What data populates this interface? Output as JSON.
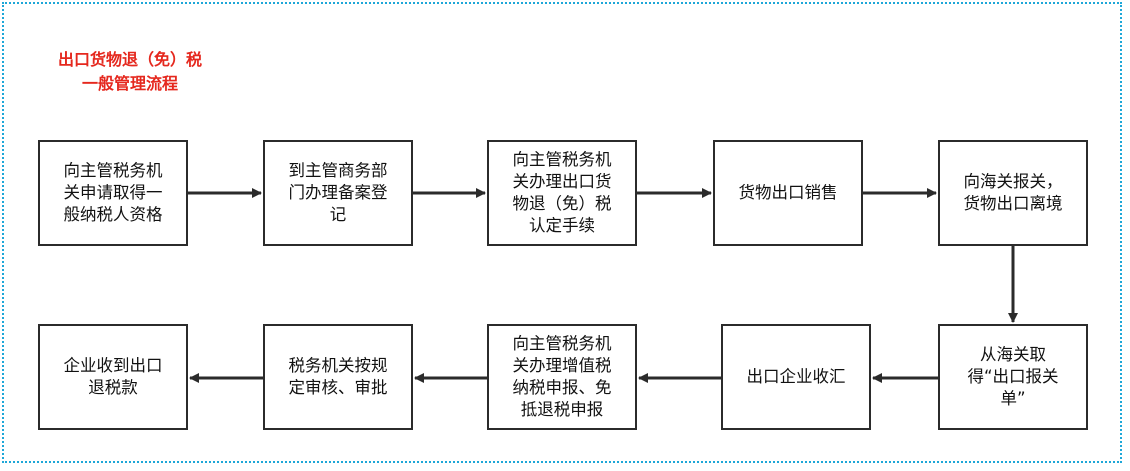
{
  "title": {
    "line1": "出口货物退（免）税",
    "line2": "一般管理流程"
  },
  "steps": [
    "向主管税务机\n关申请取得一\n般纳税人资格",
    "到主管商务部\n门办理备案登\n记",
    "向主管税务机\n关办理出口货\n物退（免）税\n认定手续",
    "货物出口销售",
    "向海关报关，\n货物出口离境",
    "从海关取\n得“出口报关\n单”",
    "出口企业收汇",
    "向主管税务机\n关办理增值税\n纳税申报、免\n抵退税申报",
    "税务机关按规\n定审核、审批",
    "企业收到出口\n退税款"
  ],
  "colors": {
    "title": "#e5281e",
    "frame": "#1ea7d8",
    "box_border": "#2b2b2b",
    "arrow": "#2b2b2b"
  }
}
